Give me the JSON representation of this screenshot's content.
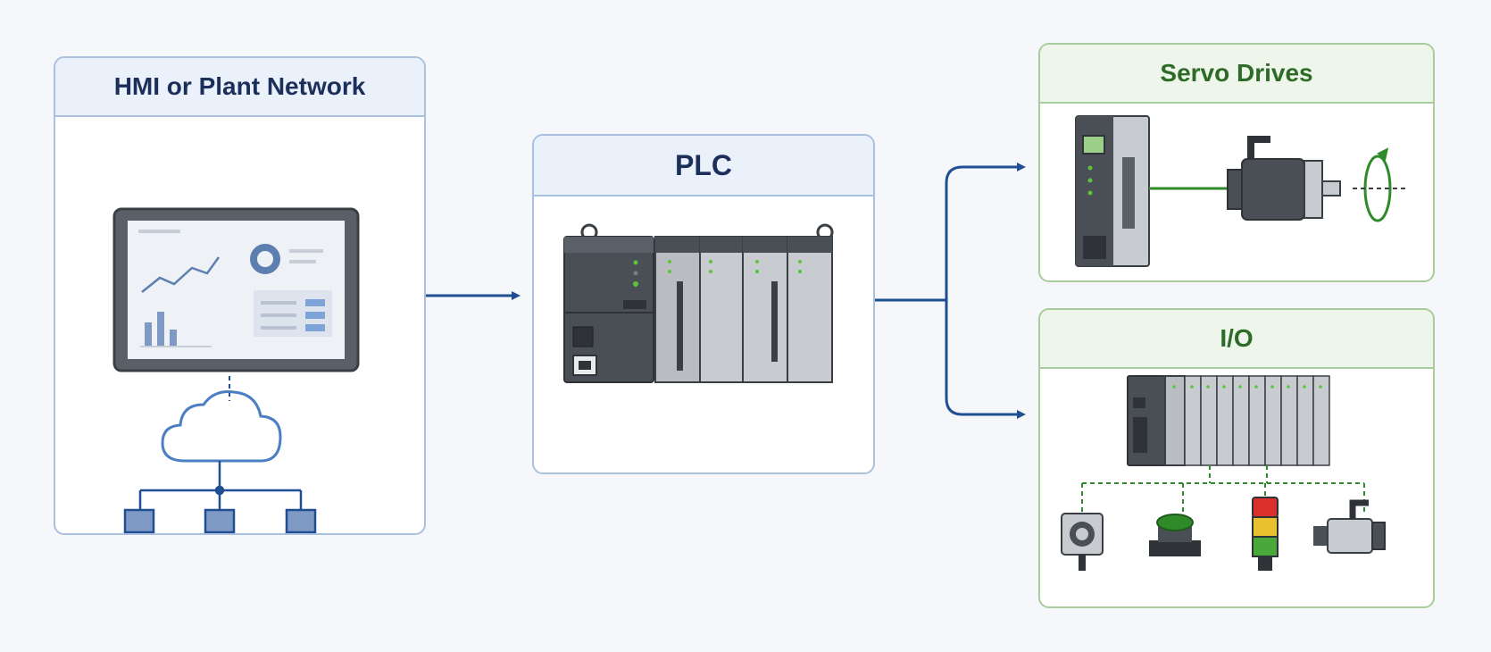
{
  "panels": {
    "hmi": {
      "title": "HMI or Plant Network"
    },
    "plc": {
      "title": "PLC"
    },
    "servo": {
      "title": "Servo Drives"
    },
    "io": {
      "title": "I/O"
    }
  },
  "colors": {
    "connector_blue": "#1f4e93",
    "io_link_green": "#2f8a2a",
    "panel_border_blue": "#a9c0de",
    "panel_border_green": "#a7cd9c",
    "title_blue": "#1b2f5a",
    "title_green": "#2e6b27",
    "device_dark": "#4a4f55",
    "device_light": "#c8cbcf",
    "led_green": "#5cc43c"
  },
  "icons": {
    "hmi": [
      "touchscreen-hmi-icon",
      "cloud-icon",
      "network-tree-icon"
    ],
    "plc": [
      "plc-rack-icon"
    ],
    "servo": [
      "servo-drive-icon",
      "servo-motor-icon",
      "rotation-icon"
    ],
    "io": [
      "io-rack-icon",
      "proximity-sensor-icon",
      "push-button-icon",
      "stack-light-icon",
      "sensor-cylinder-icon"
    ]
  }
}
